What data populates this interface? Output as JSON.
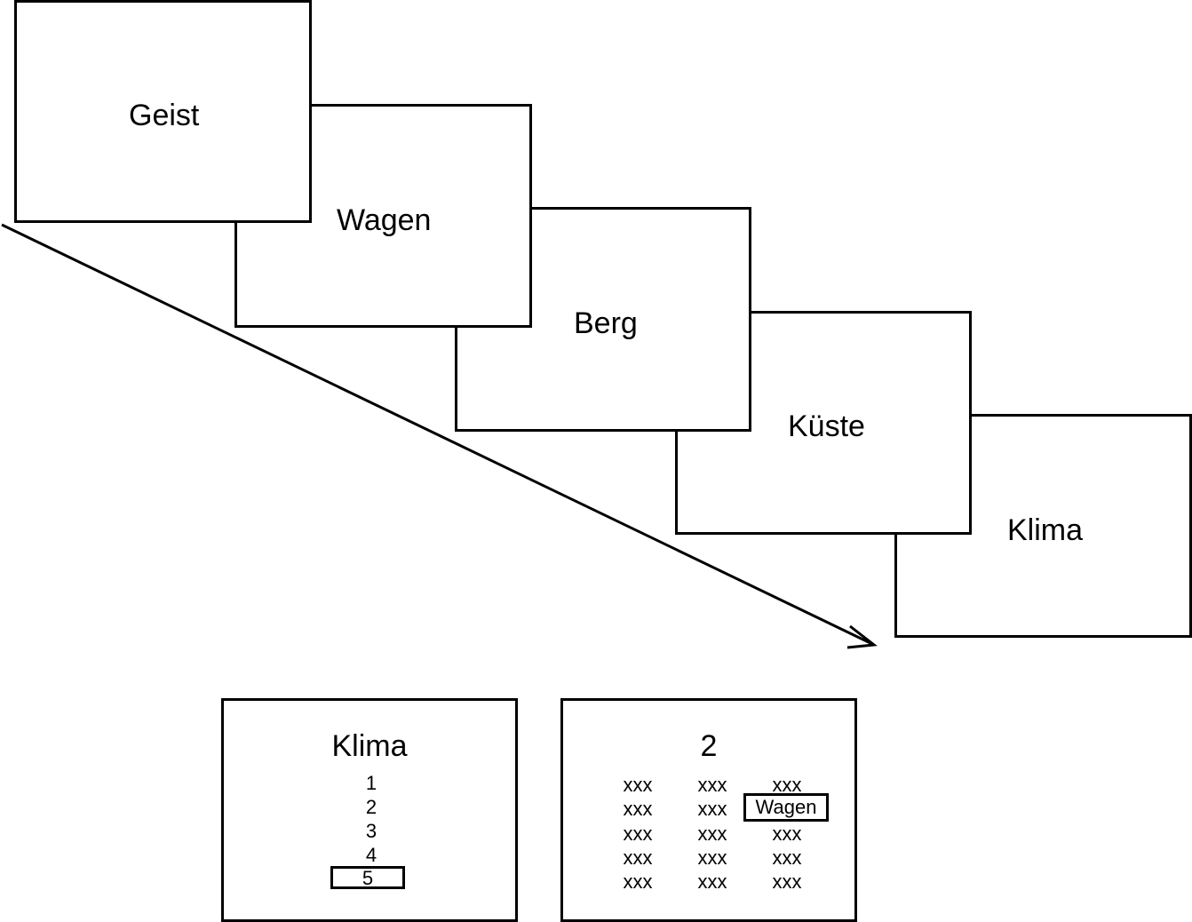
{
  "sequence": {
    "words": [
      "Geist",
      "Wagen",
      "Berg",
      "Küste",
      "Klima"
    ]
  },
  "rating_panel": {
    "word": "Klima",
    "scale": [
      "1",
      "2",
      "3",
      "4",
      "5"
    ],
    "selected_value": "5"
  },
  "position_panel": {
    "cue": "2",
    "rows": [
      [
        "xxx",
        "xxx",
        "xxx"
      ],
      [
        "xxx",
        "xxx",
        "Wagen"
      ],
      [
        "xxx",
        "xxx",
        "xxx"
      ],
      [
        "xxx",
        "xxx",
        "xxx"
      ],
      [
        "xxx",
        "xxx",
        "xxx"
      ]
    ],
    "selected_cell": "Wagen"
  }
}
